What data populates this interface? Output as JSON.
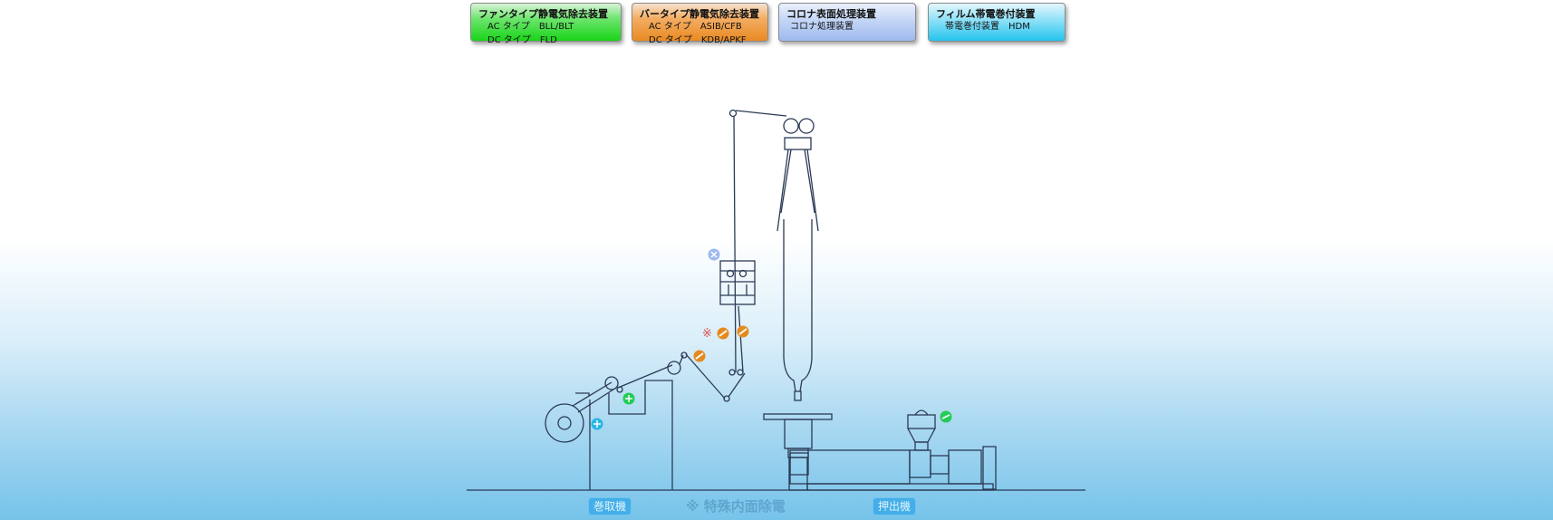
{
  "legend": {
    "fan": {
      "title": "ファンタイプ静電気除去装置",
      "line1": "AC タイプ　BLL/BLT",
      "line2": "DC タイプ　FLD",
      "color": "#19d419"
    },
    "bar": {
      "title": "バータイプ静電気除去装置",
      "line1": "AC タイプ　ASIB/CFB",
      "line2": "DC タイプ　KDB/APKF",
      "color": "#e98a22"
    },
    "corona": {
      "title": "コロナ表面処理装置",
      "line1": "コロナ処理装置",
      "color": "#9db9ee"
    },
    "film": {
      "title": "フィルム帯電巻付装置",
      "line1": "帯電巻付装置　HDM",
      "color": "#25c4ee"
    }
  },
  "labels": {
    "winder": "巻取機",
    "extruder": "押出機",
    "special": "※ 特殊内面除電",
    "special_marker": "※"
  },
  "markers": [
    {
      "type": "fan",
      "icon": "fan-ionizer-marker-icon"
    },
    {
      "type": "fan",
      "icon": "fan-ionizer-marker-icon"
    },
    {
      "type": "bar",
      "icon": "bar-ionizer-marker-icon"
    },
    {
      "type": "bar",
      "icon": "bar-ionizer-marker-icon"
    },
    {
      "type": "bar",
      "icon": "bar-ionizer-marker-icon"
    },
    {
      "type": "corona",
      "icon": "corona-treater-marker-icon"
    },
    {
      "type": "film",
      "icon": "film-pinning-marker-icon"
    }
  ]
}
